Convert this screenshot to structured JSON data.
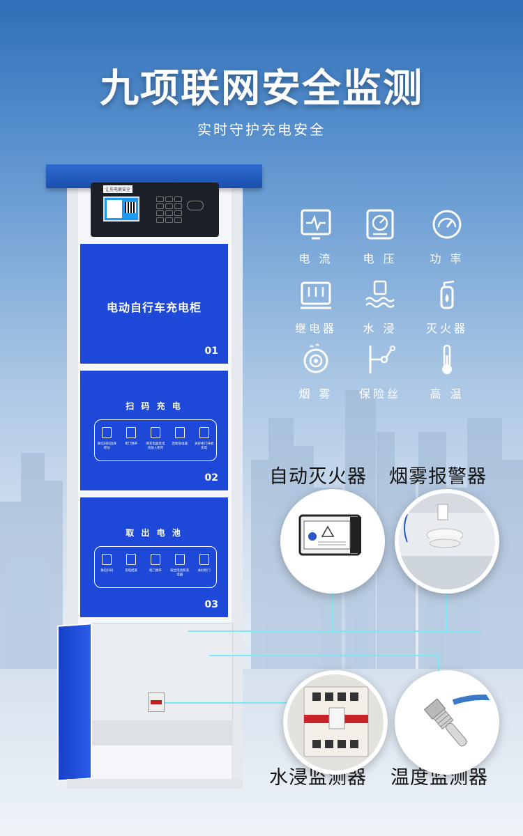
{
  "headline": "九项联网安全监测",
  "subline": "实时守护充电安全",
  "cabinet": {
    "panel_logo": "让充电更安全",
    "doors": [
      {
        "title": "电动自行车充电柜",
        "number": "01"
      },
      {
        "title": "扫 码 充 电",
        "number": "02",
        "steps": [
          "微信扫码选择柜号",
          "柜门弹开",
          "将充电器及电池放入柜内",
          "连接充电器",
          "关好柜门开始充电"
        ]
      },
      {
        "title": "取 出 电 池",
        "number": "03",
        "steps": [
          "微信扫码",
          "充电结束",
          "柜门弹开",
          "取出电池和充电器",
          "关好柜门"
        ]
      }
    ]
  },
  "monitors": [
    {
      "label": "电 流",
      "icon": "current-icon"
    },
    {
      "label": "电 压",
      "icon": "voltage-icon"
    },
    {
      "label": "功 率",
      "icon": "power-gauge-icon"
    },
    {
      "label": "继电器",
      "icon": "relay-icon"
    },
    {
      "label": "水 浸",
      "icon": "water-immersion-icon"
    },
    {
      "label": "灭火器",
      "icon": "fire-extinguisher-icon"
    },
    {
      "label": "烟 雾",
      "icon": "smoke-icon"
    },
    {
      "label": "保险丝",
      "icon": "fuse-icon"
    },
    {
      "label": "高 温",
      "icon": "thermometer-icon"
    }
  ],
  "callouts": {
    "extinguisher": "自动灭火器",
    "smoke": "烟雾报警器",
    "water": "水浸监测器",
    "temperature": "温度监测器"
  },
  "colors": {
    "accent_blue": "#1e49d8",
    "leader_cyan": "#7fe7f4",
    "text_white": "#ffffff"
  }
}
